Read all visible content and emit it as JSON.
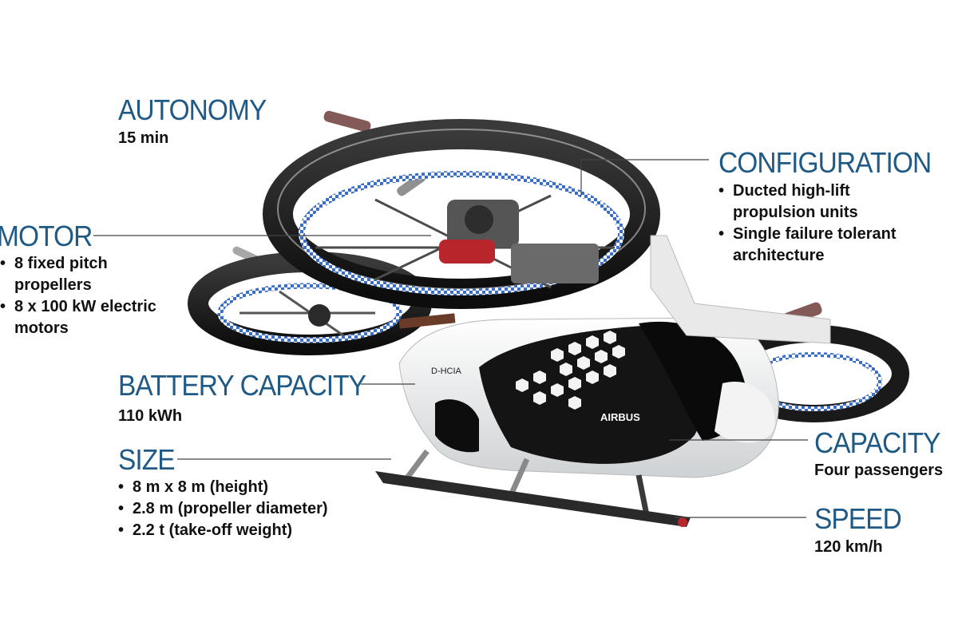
{
  "autonomy": {
    "title": "AUTONOMY",
    "value": "15 min"
  },
  "motor": {
    "title": "MOTOR",
    "bullets": [
      "8 fixed pitch propellers",
      "8 x 100 kW electric motors"
    ]
  },
  "battery": {
    "title": "BATTERY CAPACITY",
    "value": "110 kWh"
  },
  "size": {
    "title": "SIZE",
    "bullets": [
      "8 m x 8 m (height)",
      "2.8 m (propeller diameter)",
      "2.2 t (take-off weight)"
    ]
  },
  "configuration": {
    "title": "CONFIGURATION",
    "bullets": [
      "Ducted high-lift propulsion units",
      "Single failure tolerant architecture"
    ]
  },
  "capacity": {
    "title": "CAPACITY",
    "value": "Four passengers"
  },
  "speed": {
    "title": "SPEED",
    "value": "120 km/h"
  },
  "aircraft": {
    "brand": "AIRBUS",
    "registration": "D-HCIA"
  },
  "colors": {
    "heading": "#1f5a86",
    "text": "#111111",
    "body_white": "#f2f2f2",
    "dark": "#1a1a1a",
    "accent_blue": "#3b6fc4"
  }
}
